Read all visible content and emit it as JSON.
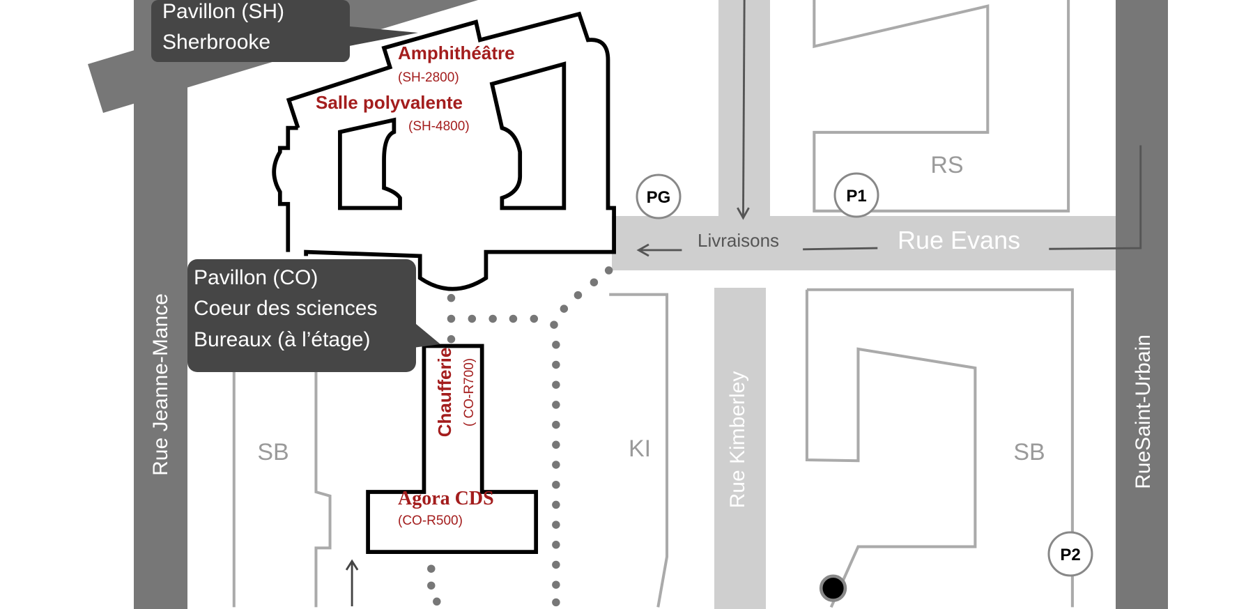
{
  "streets": {
    "jeanne_mance": "Rue Jeanne-Mance",
    "evans": "Rue Evans",
    "kimberley": "Rue Kimberley",
    "saint_urbain": "RueSaint-Urbain"
  },
  "callouts": {
    "sh": {
      "line1": "Pavillon (SH)",
      "line2": "Sherbrooke"
    },
    "co": {
      "line1": "Pavillon (CO)",
      "line2": "Coeur des sciences",
      "line3": "Bureaux (à l’étage)"
    }
  },
  "rooms": {
    "amphi": {
      "name": "Amphithéâtre",
      "code": "(SH-2800)"
    },
    "salle": {
      "name": "Salle polyvalente",
      "code": "(SH-4800)"
    },
    "chaufferie": {
      "name": "Chaufferie",
      "code": "( CO-R700)"
    },
    "agora": {
      "name": "Agora CDS",
      "code": "(CO-R500)"
    }
  },
  "blocks": {
    "sb_left": "SB",
    "rs": "RS",
    "ki": "KI",
    "sb_right": "SB"
  },
  "parking": {
    "pg": "PG",
    "p1": "P1",
    "p2": "P2"
  },
  "deliveries": "Livraisons",
  "colors": {
    "room_label": "#a31d1d",
    "main_road": "#777777",
    "side_road": "#cfcfcf",
    "callout": "#464646"
  }
}
